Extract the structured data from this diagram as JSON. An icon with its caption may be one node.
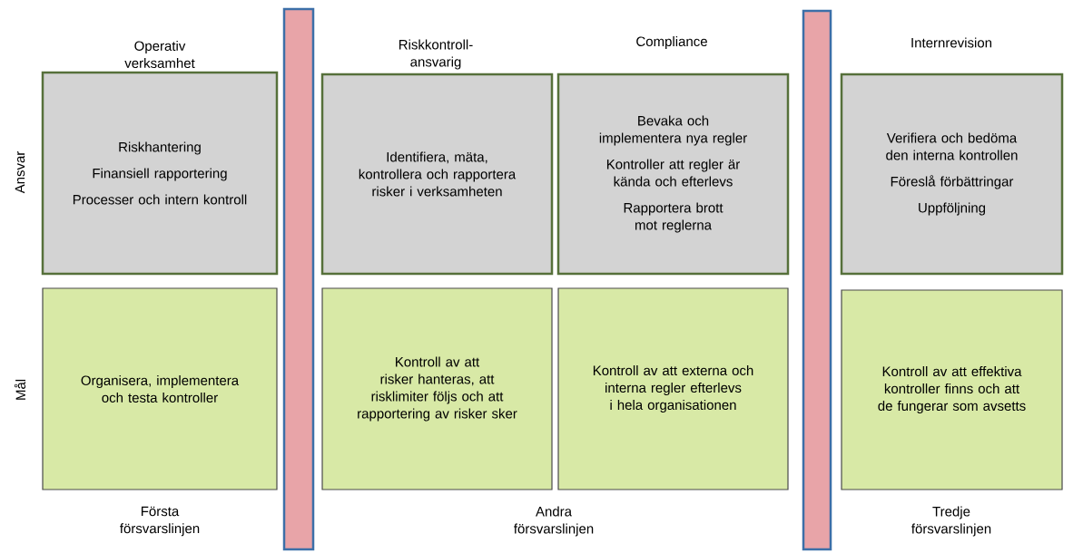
{
  "diagram": {
    "nodes": [
      {
        "text": [
          "Riskhantering",
          "Finansiell rapportering",
          "Processer och intern kontroll"
        ]
      },
      {
        "text": [
          "Identifiera, mäta, kontrollera och rapportera risker i verksamheten"
        ]
      },
      {
        "text": [
          "Bevaka och implementera nya regler",
          "Kontroller att regler är kända och efterlevs",
          "Rapportera brott mot reglerna"
        ]
      },
      {
        "text": [
          "Verifiera och bedöma den interna kontrollen",
          "Föreslå förbättringar",
          "Uppföljning"
        ]
      },
      {
        "text": [
          "Organisera, implementera och testa kontroller"
        ]
      },
      {
        "text": [
          "Kontroll av att risker hanteras, att risklimiter följs och att rapportering av risker sker"
        ]
      },
      {
        "text": [
          "Kontroll av att externa och interna regler efterlevs i hela organisationen"
        ]
      },
      {
        "text": [
          "Kontroll av att effektiva kontroller finns och att de fungerar som avsetts"
        ]
      },
      {
        "text": [],
        "shape": "bar"
      },
      {
        "text": [],
        "shape": "bar"
      }
    ],
    "labels": [
      "Operativ verksamhet",
      "Riskkontroll-ansvarig",
      "Compliance",
      "Internrevision",
      "Ansvar",
      "Mål",
      "Första försvarslinjen",
      "Andra försvarslinjen",
      "Tredje försvarslinjen"
    ]
  }
}
